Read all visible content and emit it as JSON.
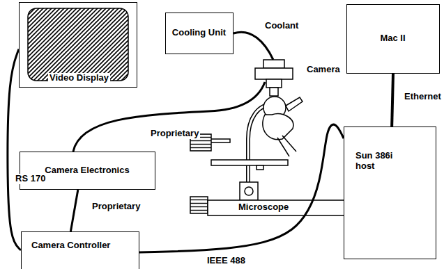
{
  "diagram": {
    "nodes": [
      {
        "text": [
          "Video Display"
        ]
      },
      {
        "text": [
          "Cooling Unit"
        ]
      },
      {
        "text": [
          "Mac II"
        ]
      },
      {
        "text": [
          "Camera Electronics"
        ]
      },
      {
        "text": [
          "Sun 386i host"
        ]
      },
      {
        "text": [
          "Camera Controller"
        ]
      }
    ],
    "edges": [
      {
        "from": 0,
        "to": 5,
        "label": "RS 170",
        "arrow": "none"
      },
      {
        "from": 2,
        "to": 4,
        "label": "Ethernet",
        "arrow": "none"
      },
      {
        "from": 3,
        "to": 5,
        "label": "Proprietary",
        "arrow": "none"
      },
      {
        "from": 5,
        "to": 4,
        "label": "IEEE 488",
        "arrow": "none"
      }
    ],
    "labels": [
      "Coolant",
      "Camera",
      "Proprietary",
      "Microscope"
    ]
  }
}
